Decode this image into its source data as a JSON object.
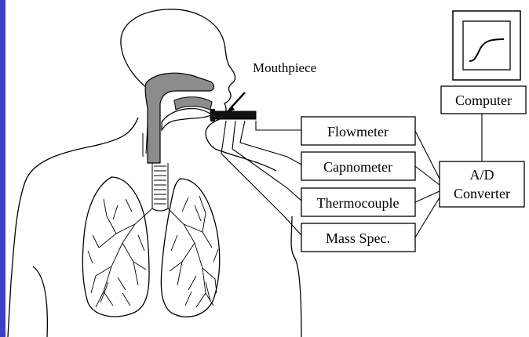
{
  "diagram": {
    "mouthpiece_label": "Mouthpiece",
    "instruments": [
      {
        "id": "flowmeter",
        "label": "Flowmeter"
      },
      {
        "id": "capnometer",
        "label": "Capnometer"
      },
      {
        "id": "thermocouple",
        "label": "Thermocouple"
      },
      {
        "id": "mass-spec",
        "label": "Mass Spec."
      }
    ],
    "converter": {
      "line1": "A/D",
      "line2": "Converter"
    },
    "computer_label": "Computer"
  },
  "colors": {
    "edge_accent": "#3a3fc4",
    "airway_fill": "#8c8c8c",
    "line": "#000000"
  },
  "icons": [
    "monitor-icon",
    "human-torso-icon",
    "lungs-icon",
    "mouthpiece-icon"
  ]
}
